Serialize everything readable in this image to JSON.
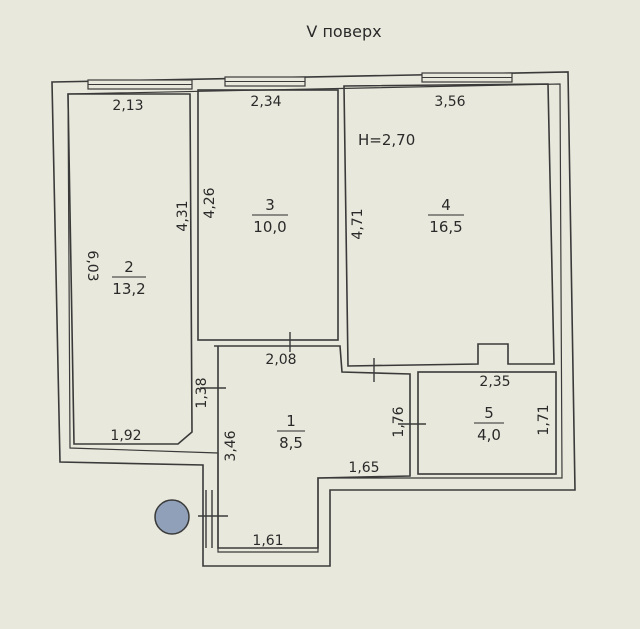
{
  "plan": {
    "floor_title": "V поверх",
    "ceiling_height": "H=2,70",
    "rooms": [
      {
        "number": "1",
        "area": "8,5"
      },
      {
        "number": "2",
        "area": "13,2"
      },
      {
        "number": "3",
        "area": "10,0"
      },
      {
        "number": "4",
        "area": "16,5"
      },
      {
        "number": "5",
        "area": "4,0"
      }
    ],
    "dimensions": {
      "room2_top": "2,13",
      "room2_left": "6,03",
      "room2_right": "4,31",
      "room2_bottom": "1,92",
      "room3_top": "2,34",
      "room3_left": "4,26",
      "room4_top": "3,56",
      "room4_left": "4,71",
      "room1_top": "2,08",
      "room1_left_upper": "1,38",
      "room1_left_lower": "3,46",
      "room1_right": "1,76",
      "room1_mid": "1,65",
      "room1_bottom": "1,61",
      "room5_top": "2,35",
      "room5_right": "1,71"
    },
    "colors": {
      "background": "#e9e8dc",
      "lines": "#3a3a3a",
      "riser": "#8fa0b8"
    }
  }
}
